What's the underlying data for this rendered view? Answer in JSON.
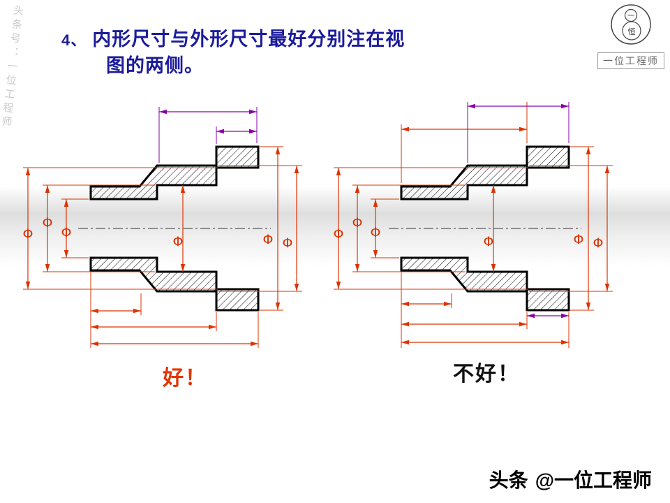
{
  "slide": {
    "title": {
      "number": "4、",
      "line1": "内形尺寸与外形尺寸最好分别注在视",
      "line2": "图的两侧。"
    }
  },
  "figures": {
    "good": {
      "caption": "好！"
    },
    "bad": {
      "caption": "不好！"
    }
  },
  "symbols": {
    "phi": "Φ"
  },
  "branding": {
    "left_watermark": "头条号：一位工程师",
    "logo_caption": "一位工程师",
    "logo_head_char": "一",
    "logo_body_char": "恒",
    "footer_brand": "头条",
    "footer_handle": "@一位工程师"
  },
  "colors": {
    "title_blue": "#1b1b9b",
    "dimension_red": "#dd3300",
    "dimension_purple": "#8a00a8",
    "good_caption_red": "#e23500",
    "bad_caption_black": "#111111"
  }
}
